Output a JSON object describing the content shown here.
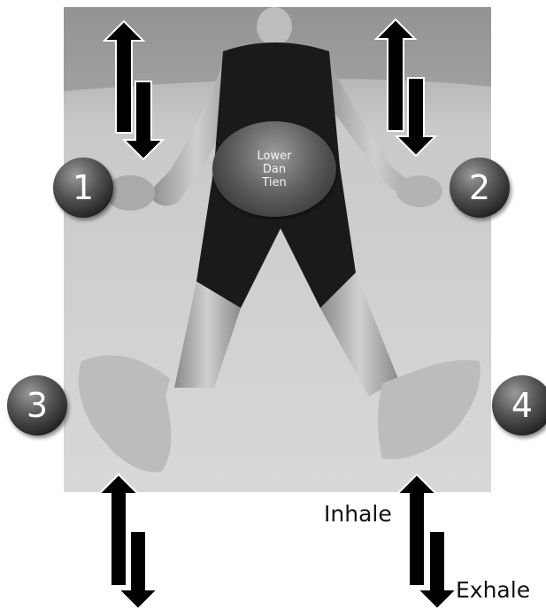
{
  "markers": [
    "1",
    "2",
    "3",
    "4"
  ],
  "center_label": [
    "Lower",
    "Dan",
    "Tien"
  ],
  "inhale_label": "Inhale",
  "exhale_label": "Exhale",
  "colors": {
    "arrow": "#000000",
    "marker": "#3a3a3a",
    "background": "#ffffff"
  }
}
